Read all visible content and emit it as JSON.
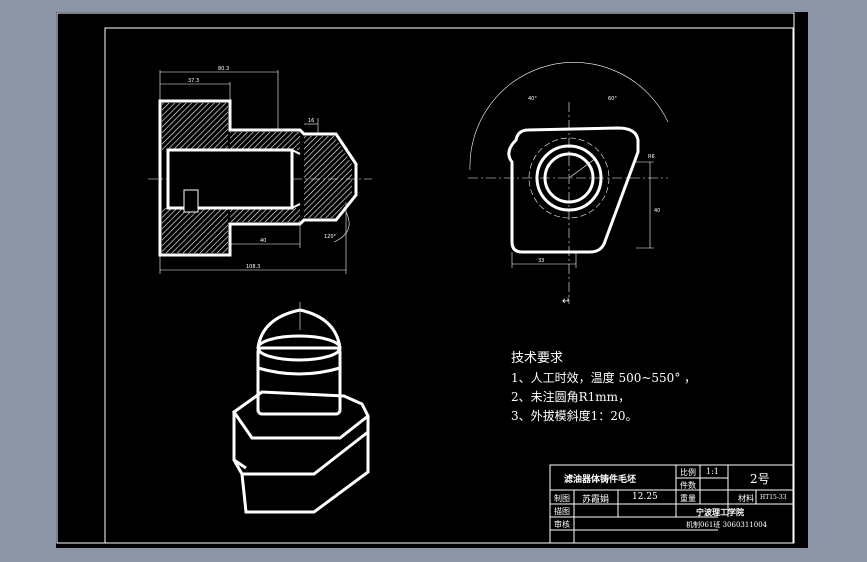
{
  "tech_requirements": {
    "title": "技术要求",
    "items": [
      "1、人工时效，温度 500~550° ，",
      "2、未注圆角R1mm，",
      "3、外拔模斜度1：20。"
    ],
    "cursor_mark": "↵"
  },
  "title_block": {
    "part_name": "滤油器体铸件毛坯",
    "scale_label": "比例",
    "scale_value": "1:1",
    "qty_label": "件数",
    "sheet_no": "2号",
    "weight_label": "重量",
    "material_label": "材料",
    "material_value": "HT15-33",
    "drawn_label": "制图",
    "drawn_name": "苏霞娟",
    "date": "12.25",
    "checked_label": "描图",
    "reviewed_label": "审核",
    "school": "宁波理工学院",
    "class_id": "机制061班  3060311004"
  },
  "dimensions": {
    "front_top_overall": "80.3",
    "front_top_inner": "37.3",
    "front_bottom_overall": "108.3",
    "front_bottom_inner": "40",
    "front_right_small": "16",
    "cone_angle": "120°",
    "top_angle_a": "40°",
    "top_angle_b": "60°",
    "side_radius": "R6",
    "right_height": "40",
    "bottom_width": "33"
  },
  "colors": {
    "viewport_bg": "#000000",
    "outer_bg": "#8c95a6",
    "lines": "#ffffff"
  }
}
